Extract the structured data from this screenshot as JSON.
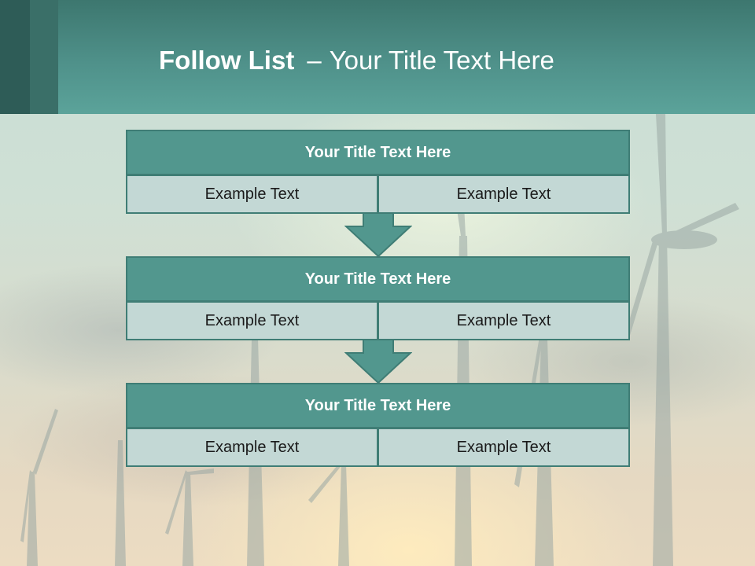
{
  "header": {
    "title_bold": "Follow List",
    "title_dash": "–",
    "title_rest": "Your Title Text Here"
  },
  "blocks": [
    {
      "title": "Your Title Text Here",
      "left": "Example Text",
      "right": "Example Text"
    },
    {
      "title": "Your Title Text Here",
      "left": "Example Text",
      "right": "Example Text"
    },
    {
      "title": "Your Title Text Here",
      "left": "Example Text",
      "right": "Example Text"
    }
  ],
  "colors": {
    "header": "#4f918a",
    "block_title": "#52978e",
    "cell": "#c3d8d5",
    "border": "#3f7d75"
  }
}
